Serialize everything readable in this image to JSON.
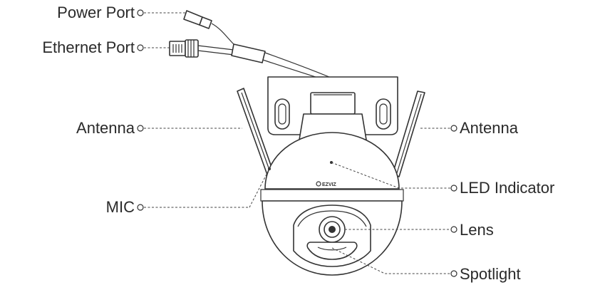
{
  "callouts": {
    "power_port": "Power Port",
    "ethernet_port": "Ethernet Port",
    "antenna_left": "Antenna",
    "antenna_right": "Antenna",
    "mic": "MIC",
    "led_indicator": "LED Indicator",
    "lens": "Lens",
    "spotlight": "Spotlight"
  },
  "device": {
    "brand_logo": "EZVIZ"
  },
  "icons": {
    "camera": "camera-illustration-icon",
    "power_connector": "power-connector-icon",
    "ethernet_connector": "ethernet-connector-icon"
  }
}
